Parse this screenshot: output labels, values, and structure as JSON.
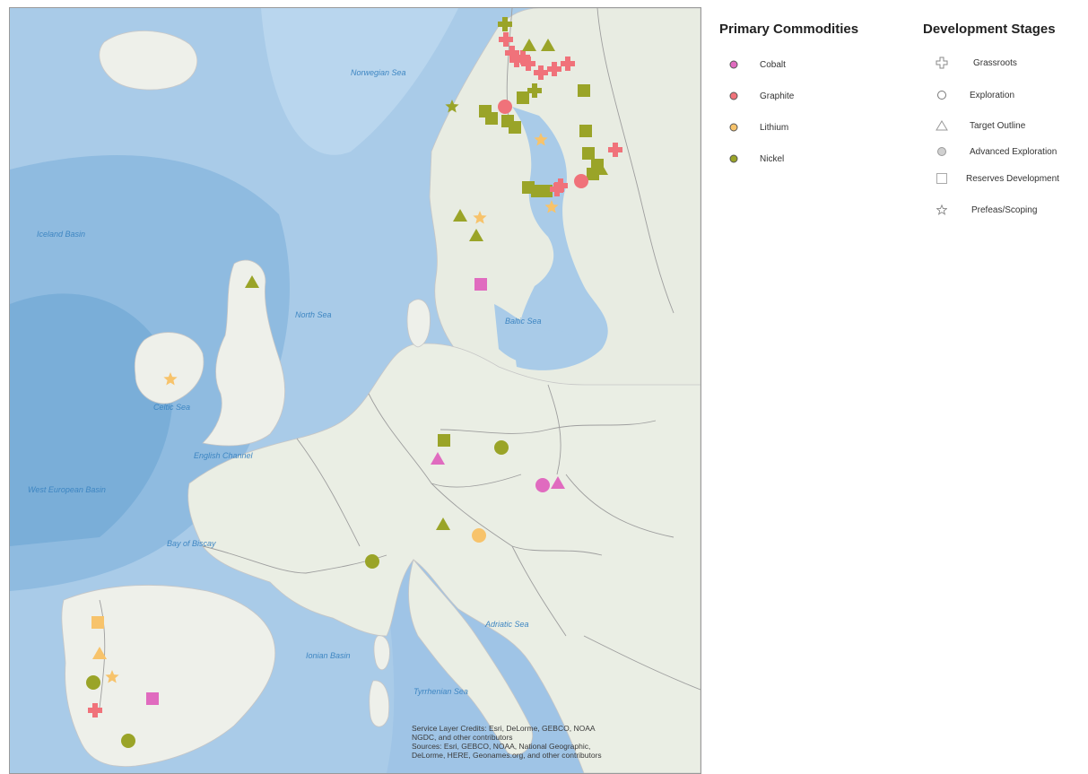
{
  "legend": {
    "commodities": {
      "title": "Primary Commodities",
      "items": [
        {
          "label": "Cobalt",
          "color": "#e06bbf"
        },
        {
          "label": "Graphite",
          "color": "#f0727a"
        },
        {
          "label": "Lithium",
          "color": "#f7c36b"
        },
        {
          "label": "Nickel",
          "color": "#9aa428"
        }
      ]
    },
    "stages": {
      "title": "Development Stages",
      "items": [
        {
          "label": "Grassroots",
          "icon": "cross-icon"
        },
        {
          "label": "Exploration",
          "icon": "circle-icon"
        },
        {
          "label": "Target Outline",
          "icon": "triangle-icon"
        },
        {
          "label": "Advanced Exploration",
          "icon": "filled-circle-icon"
        },
        {
          "label": "Reserves Development",
          "icon": "square-icon"
        },
        {
          "label": "Prefeas/Scoping",
          "icon": "star-icon"
        }
      ]
    }
  },
  "map": {
    "sea_labels": [
      "North Sea",
      "Baltic Sea",
      "Celtic Sea",
      "English Channel",
      "Bay of Biscay",
      "Adriatic Sea",
      "Tyrrhenian Sea",
      "Norwegian Sea",
      "Iceland Basin",
      "Ionian Basin",
      "West European Basin"
    ],
    "sites": [
      {
        "commodity": "Graphite",
        "stage": "Grassroots"
      },
      {
        "commodity": "Graphite",
        "stage": "Grassroots"
      },
      {
        "commodity": "Graphite",
        "stage": "Grassroots"
      },
      {
        "commodity": "Graphite",
        "stage": "Grassroots"
      },
      {
        "commodity": "Graphite",
        "stage": "Grassroots"
      },
      {
        "commodity": "Graphite",
        "stage": "Grassroots"
      },
      {
        "commodity": "Graphite",
        "stage": "Grassroots"
      },
      {
        "commodity": "Graphite",
        "stage": "Grassroots"
      },
      {
        "commodity": "Nickel",
        "stage": "Grassroots"
      },
      {
        "commodity": "Nickel",
        "stage": "Grassroots"
      },
      {
        "commodity": "Nickel",
        "stage": "Target Outline"
      },
      {
        "commodity": "Nickel",
        "stage": "Target Outline"
      },
      {
        "commodity": "Nickel",
        "stage": "Reserves Development"
      },
      {
        "commodity": "Nickel",
        "stage": "Reserves Development"
      },
      {
        "commodity": "Nickel",
        "stage": "Reserves Development"
      },
      {
        "commodity": "Nickel",
        "stage": "Reserves Development"
      },
      {
        "commodity": "Nickel",
        "stage": "Reserves Development"
      },
      {
        "commodity": "Nickel",
        "stage": "Reserves Development"
      },
      {
        "commodity": "Nickel",
        "stage": "Prefeas/Scoping"
      },
      {
        "commodity": "Graphite",
        "stage": "Advanced Exploration"
      },
      {
        "commodity": "Lithium",
        "stage": "Prefeas/Scoping"
      },
      {
        "commodity": "Nickel",
        "stage": "Reserves Development"
      },
      {
        "commodity": "Nickel",
        "stage": "Reserves Development"
      },
      {
        "commodity": "Nickel",
        "stage": "Reserves Development"
      },
      {
        "commodity": "Nickel",
        "stage": "Reserves Development"
      },
      {
        "commodity": "Nickel",
        "stage": "Target Outline"
      },
      {
        "commodity": "Graphite",
        "stage": "Grassroots"
      },
      {
        "commodity": "Graphite",
        "stage": "Grassroots"
      },
      {
        "commodity": "Graphite",
        "stage": "Advanced Exploration"
      },
      {
        "commodity": "Nickel",
        "stage": "Reserves Development"
      },
      {
        "commodity": "Nickel",
        "stage": "Reserves Development"
      },
      {
        "commodity": "Nickel",
        "stage": "Reserves Development"
      },
      {
        "commodity": "Graphite",
        "stage": "Grassroots"
      },
      {
        "commodity": "Lithium",
        "stage": "Prefeas/Scoping"
      },
      {
        "commodity": "Nickel",
        "stage": "Target Outline"
      },
      {
        "commodity": "Nickel",
        "stage": "Target Outline"
      },
      {
        "commodity": "Lithium",
        "stage": "Prefeas/Scoping"
      },
      {
        "commodity": "Cobalt",
        "stage": "Reserves Development"
      },
      {
        "commodity": "Nickel",
        "stage": "Target Outline"
      },
      {
        "commodity": "Lithium",
        "stage": "Prefeas/Scoping"
      },
      {
        "commodity": "Nickel",
        "stage": "Reserves Development"
      },
      {
        "commodity": "Nickel",
        "stage": "Advanced Exploration"
      },
      {
        "commodity": "Cobalt",
        "stage": "Target Outline"
      },
      {
        "commodity": "Cobalt",
        "stage": "Advanced Exploration"
      },
      {
        "commodity": "Cobalt",
        "stage": "Target Outline"
      },
      {
        "commodity": "Nickel",
        "stage": "Target Outline"
      },
      {
        "commodity": "Lithium",
        "stage": "Advanced Exploration"
      },
      {
        "commodity": "Nickel",
        "stage": "Advanced Exploration"
      },
      {
        "commodity": "Lithium",
        "stage": "Reserves Development"
      },
      {
        "commodity": "Lithium",
        "stage": "Target Outline"
      },
      {
        "commodity": "Nickel",
        "stage": "Advanced Exploration"
      },
      {
        "commodity": "Lithium",
        "stage": "Prefeas/Scoping"
      },
      {
        "commodity": "Cobalt",
        "stage": "Reserves Development"
      },
      {
        "commodity": "Graphite",
        "stage": "Grassroots"
      },
      {
        "commodity": "Nickel",
        "stage": "Advanced Exploration"
      }
    ]
  },
  "credits": [
    "Service Layer Credits: Esri, DeLorme, GEBCO, NOAA",
    "NGDC, and other contributors",
    "Sources: Esri, GEBCO, NOAA, National Geographic,",
    "DeLorme, HERE, Geonames.org, and other contributors"
  ]
}
